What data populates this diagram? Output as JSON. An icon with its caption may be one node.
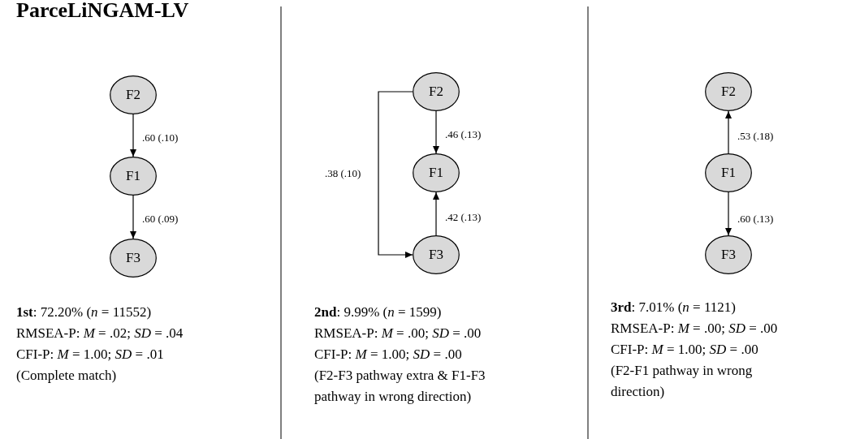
{
  "diagram": {
    "title": "ParceLiNGAM-LV",
    "nodes": [
      {
        "text": [
          "F2"
        ]
      },
      {
        "text": [
          "F1"
        ]
      },
      {
        "text": [
          "F3"
        ]
      },
      {
        "text": [
          "F2"
        ]
      },
      {
        "text": [
          "F1"
        ]
      },
      {
        "text": [
          "F3"
        ]
      },
      {
        "text": [
          "F2"
        ]
      },
      {
        "text": [
          "F1"
        ]
      },
      {
        "text": [
          "F3"
        ]
      }
    ],
    "edges": [
      {
        "from": 0,
        "to": 1,
        "arrow": "to",
        "label": ".60 (.10)"
      },
      {
        "from": 1,
        "to": 2,
        "arrow": "to",
        "label": ".60 (.09)"
      },
      {
        "from": 3,
        "to": 4,
        "arrow": "to",
        "label": ".46 (.13)"
      },
      {
        "from": 5,
        "to": 4,
        "arrow": "to",
        "label": ".42 (.13)"
      },
      {
        "from": 3,
        "to": 5,
        "arrow": "to",
        "label": ".38 (.10)"
      },
      {
        "from": 7,
        "to": 6,
        "arrow": "to",
        "label": ".53 (.18)"
      },
      {
        "from": 7,
        "to": 8,
        "arrow": "to",
        "label": ".60 (.13)"
      }
    ],
    "labels": [
      "**1st**: 72.20% (*n* = 11552)",
      "RMSEA-P: *M* = .02; *SD* = .04",
      "CFI-P: *M* = 1.00; *SD* = .01",
      "(Complete match)",
      "**2nd**: 9.99% (*n* = 1599)",
      "RMSEA-P: *M* = .00; *SD* = .00",
      "CFI-P: *M* = 1.00; *SD* = .00",
      "(F2-F3 pathway extra & F1-F3 pathway in wrong direction)",
      "**3rd**: 7.01% (*n* = 1121)",
      "RMSEA-P: *M* = .00; *SD* = .00",
      "CFI-P: *M* = 1.00; *SD* = .00",
      "(F2-F1 pathway in wrong direction)"
    ]
  }
}
